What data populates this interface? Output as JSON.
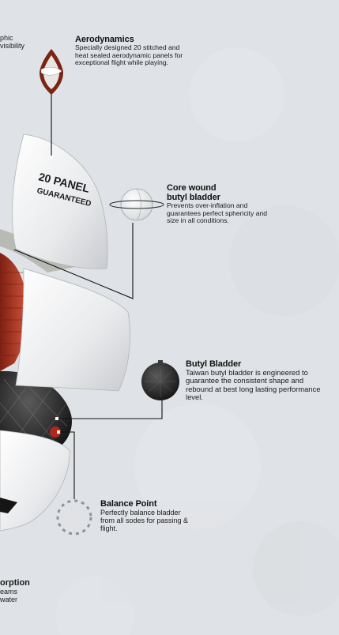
{
  "features": [
    {
      "id": "aerodynamics",
      "title": "Aerodynamics",
      "description": "Specially designed 20 stitched and heat sealed aerodynamic panels for exceptional flight while playing."
    },
    {
      "id": "core-wound",
      "title": "Core wound butyl bladder",
      "description": "Prevents over-inflation and guarantees perfect sphericity and size in all conditions."
    },
    {
      "id": "butyl-bladder",
      "title": "Butyl Bladder",
      "description": "Taiwan butyl bladder is engineered to guarantee the consistent shape and rebound at best long lasting performance level."
    },
    {
      "id": "balance-point",
      "title": "Balance Point",
      "description": "Perfectly balance bladder from all sodes for passing & flight."
    }
  ],
  "clipped": {
    "top_left": [
      "phic",
      "visibility"
    ],
    "bottom_left": [
      "orption",
      "eams",
      "water"
    ]
  },
  "panel_print": {
    "line1": "20 PANEL",
    "line2": "GUARANTEED"
  },
  "colors": {
    "background": "#dfe2e6",
    "panel_white": "#f2f2f2",
    "accent_red": "#c0392b",
    "line": "#111111"
  }
}
